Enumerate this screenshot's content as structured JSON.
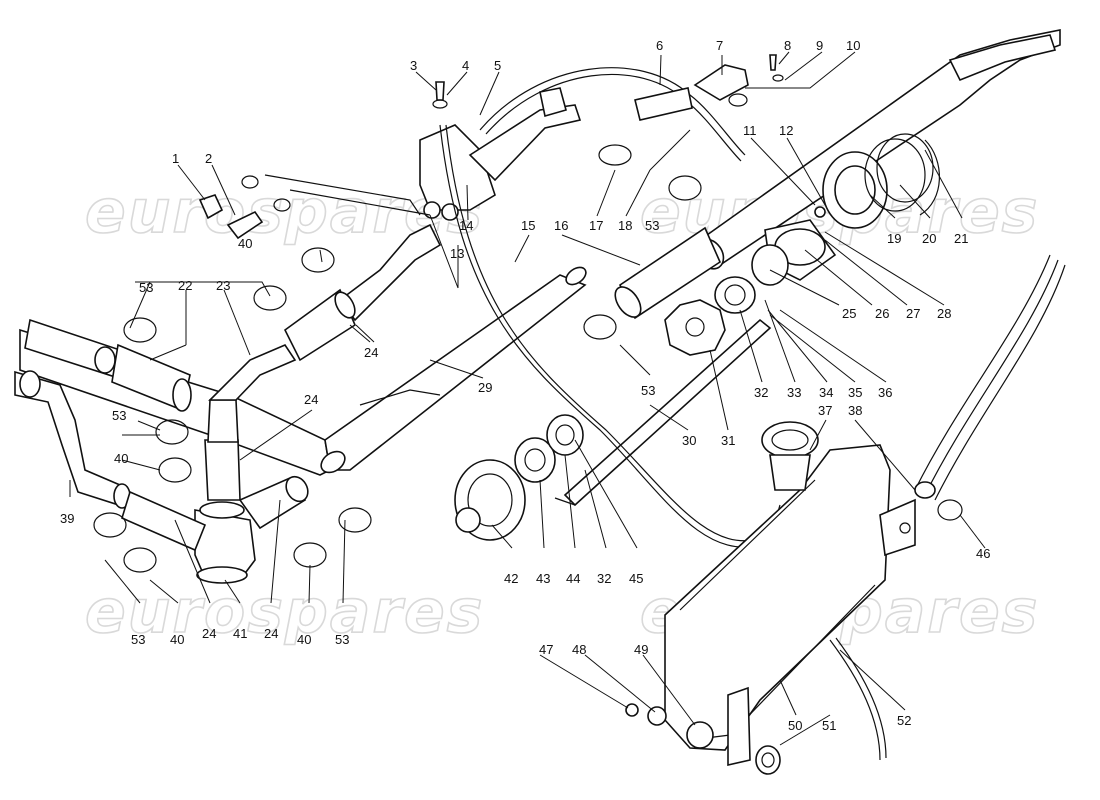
{
  "watermark": {
    "text": "eurospares"
  },
  "labels": [
    {
      "id": "1",
      "text": "1"
    },
    {
      "id": "2",
      "text": "2"
    },
    {
      "id": "3",
      "text": "3"
    },
    {
      "id": "4",
      "text": "4"
    },
    {
      "id": "5",
      "text": "5"
    },
    {
      "id": "6",
      "text": "6"
    },
    {
      "id": "7",
      "text": "7"
    },
    {
      "id": "8",
      "text": "8"
    },
    {
      "id": "9",
      "text": "9"
    },
    {
      "id": "10",
      "text": "10"
    },
    {
      "id": "11",
      "text": "11"
    },
    {
      "id": "12",
      "text": "12"
    },
    {
      "id": "13",
      "text": "13"
    },
    {
      "id": "14",
      "text": "14"
    },
    {
      "id": "15",
      "text": "15"
    },
    {
      "id": "16",
      "text": "16"
    },
    {
      "id": "17",
      "text": "17"
    },
    {
      "id": "18",
      "text": "18"
    },
    {
      "id": "19",
      "text": "19"
    },
    {
      "id": "20",
      "text": "20"
    },
    {
      "id": "21",
      "text": "21"
    },
    {
      "id": "22",
      "text": "22"
    },
    {
      "id": "23",
      "text": "23"
    },
    {
      "id": "24a",
      "text": "24"
    },
    {
      "id": "24b",
      "text": "24"
    },
    {
      "id": "24c",
      "text": "24"
    },
    {
      "id": "24d",
      "text": "24"
    },
    {
      "id": "25",
      "text": "25"
    },
    {
      "id": "26",
      "text": "26"
    },
    {
      "id": "27",
      "text": "27"
    },
    {
      "id": "28",
      "text": "28"
    },
    {
      "id": "29",
      "text": "29"
    },
    {
      "id": "30",
      "text": "30"
    },
    {
      "id": "31",
      "text": "31"
    },
    {
      "id": "32a",
      "text": "32"
    },
    {
      "id": "32b",
      "text": "32"
    },
    {
      "id": "33",
      "text": "33"
    },
    {
      "id": "34",
      "text": "34"
    },
    {
      "id": "35",
      "text": "35"
    },
    {
      "id": "36",
      "text": "36"
    },
    {
      "id": "37",
      "text": "37"
    },
    {
      "id": "38",
      "text": "38"
    },
    {
      "id": "39",
      "text": "39"
    },
    {
      "id": "40a",
      "text": "40"
    },
    {
      "id": "40b",
      "text": "40"
    },
    {
      "id": "40c",
      "text": "40"
    },
    {
      "id": "40d",
      "text": "40"
    },
    {
      "id": "41",
      "text": "41"
    },
    {
      "id": "42",
      "text": "42"
    },
    {
      "id": "43",
      "text": "43"
    },
    {
      "id": "44",
      "text": "44"
    },
    {
      "id": "45",
      "text": "45"
    },
    {
      "id": "46",
      "text": "46"
    },
    {
      "id": "47",
      "text": "47"
    },
    {
      "id": "48",
      "text": "48"
    },
    {
      "id": "49",
      "text": "49"
    },
    {
      "id": "50",
      "text": "50"
    },
    {
      "id": "51",
      "text": "51"
    },
    {
      "id": "52",
      "text": "52"
    },
    {
      "id": "53a",
      "text": "53"
    },
    {
      "id": "53b",
      "text": "53"
    },
    {
      "id": "53c",
      "text": "53"
    },
    {
      "id": "53d",
      "text": "53"
    },
    {
      "id": "53e",
      "text": "53"
    },
    {
      "id": "53f",
      "text": "53"
    }
  ],
  "expansion_tank": {
    "cap_text": ""
  }
}
